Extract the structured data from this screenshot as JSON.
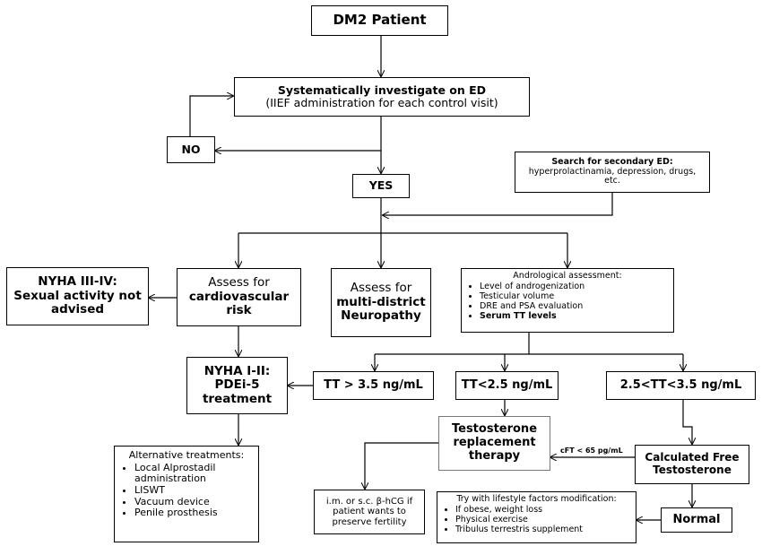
{
  "nodes": {
    "dm2_patient": "DM2 Patient",
    "investigate_title": "Systematically investigate on ED",
    "investigate_sub": "(IIEF administration for each control visit)",
    "no": "NO",
    "yes": "YES",
    "secondary_title": "Search for secondary ED:",
    "secondary_text": "hyperprolactinamia, depression, drugs, etc.",
    "nyha_34_title": "NYHA III-IV:",
    "nyha_34_text": "Sexual activity not advised",
    "cardio_pre": "Assess for",
    "cardio_bold": "cardiovascular risk",
    "neuro_pre": "Assess for",
    "neuro_bold": "multi-district Neuropathy",
    "andro_title": "Andrological assessment:",
    "andro_items": [
      "Level of androgenization",
      "Testicular volume",
      "DRE and PSA evaluation"
    ],
    "andro_bold_item": "Serum TT levels",
    "nyha_12_title": "NYHA I-II:",
    "nyha_12_text": "PDEi-5 treatment",
    "tt_high": "TT > 3.5 ng/mL",
    "tt_low": "TT<2.5 ng/mL",
    "tt_mid": "2.5<TT<3.5 ng/mL",
    "trt": "Testosterone replacement therapy",
    "cft_label": "cFT < 65 pg/mL",
    "calc_ft": "Calculated Free Testosterone",
    "alt_title": "Alternative treatments:",
    "alt_items": [
      "Local Alprostadil administration",
      "LISWT",
      "Vacuum device",
      "Penile prosthesis"
    ],
    "hcg": "i.m. or s.c. β-hCG if patient wants to preserve fertility",
    "lifestyle_title": "Try with lifestyle factors modification:",
    "lifestyle_items": [
      "If obese, weight loss",
      "Physical exercise",
      "Tribulus terrestris supplement"
    ],
    "normal": "Normal"
  }
}
